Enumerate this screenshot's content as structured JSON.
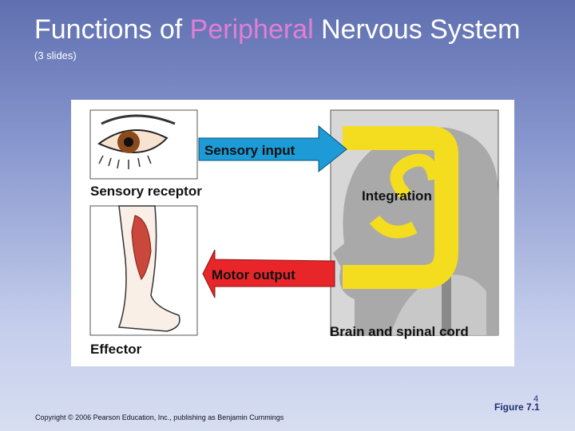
{
  "slide": {
    "title_part1": "Functions of ",
    "title_highlight": "Peripheral",
    "title_part2": " Nervous System",
    "subtitle": "(3 slides)",
    "copyright": "Copyright © 2006 Pearson Education, Inc., publishing as Benjamin Cummings",
    "figure_ref": "Figure 7.1",
    "page_number": "4"
  },
  "figure": {
    "sensory_input": "Sensory input",
    "sensory_receptor": "Sensory receptor",
    "integration": "Integration",
    "motor_output": "Motor output",
    "effector": "Effector",
    "brain_spinal": "Brain and spinal cord"
  },
  "colors": {
    "highlight": "#e07fd6",
    "sensory_arrow": "#1d9bd6",
    "motor_arrow": "#e8262a",
    "integration": "#f4dd1e"
  }
}
